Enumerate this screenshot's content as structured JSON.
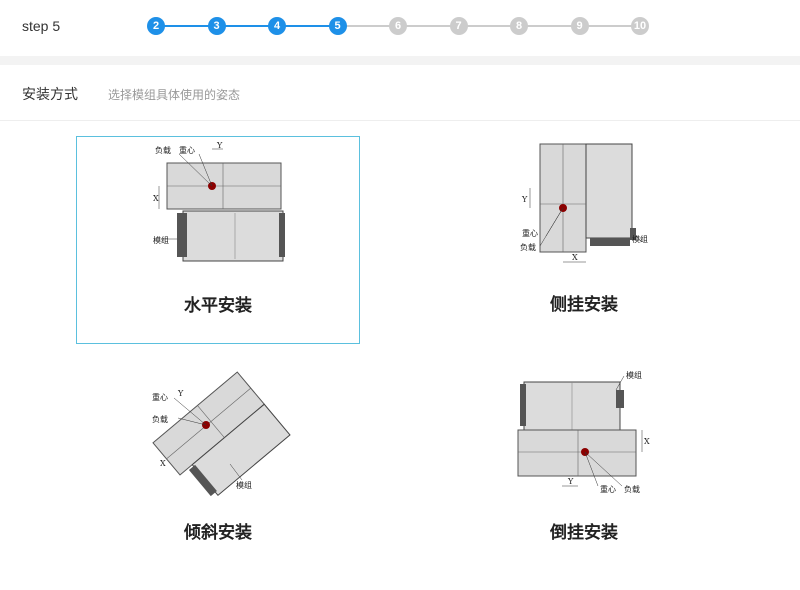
{
  "header": {
    "step_label": "step 5"
  },
  "stepper": {
    "steps": [
      "2",
      "3",
      "4",
      "5",
      "6",
      "7",
      "8",
      "9",
      "10"
    ],
    "current_index": 3,
    "active_color": "#1e90e8",
    "inactive_color": "#cccccc"
  },
  "section": {
    "title": "安装方式",
    "hint": "选择模组具体使用的姿态"
  },
  "options": [
    {
      "label": "水平安装",
      "selected": true
    },
    {
      "label": "侧挂安装",
      "selected": false
    },
    {
      "label": "倾斜安装",
      "selected": false
    },
    {
      "label": "倒挂安装",
      "selected": false
    }
  ],
  "diagram_labels": {
    "load": "负载",
    "cog": "重心",
    "module": "模组",
    "x": "X",
    "y": "Y"
  }
}
